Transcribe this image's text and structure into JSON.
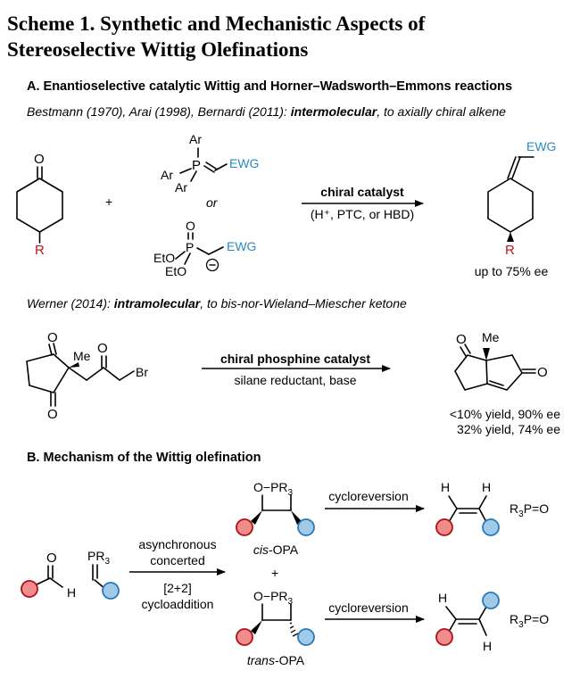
{
  "title": {
    "line1": "Scheme 1. Synthetic and Mechanistic Aspects of",
    "line2": "Stereoselective Wittig Olefinations"
  },
  "sectionA": {
    "heading": "A. Enantioselective catalytic Wittig and Horner–Wadsworth–Emmons reactions",
    "line1": {
      "pre": "Bestmann (1970), Arai (1998), Bernardi (2011): ",
      "bold": "intermolecular",
      "post": ", to axially chiral alkene"
    },
    "ketone": {
      "O": "O",
      "R": "R"
    },
    "plus": "+",
    "ylide": {
      "Ar1": "Ar",
      "Ar2": "Ar",
      "Ar3": "Ar",
      "P": "P",
      "EWG": "EWG"
    },
    "or": "or",
    "phosphonate": {
      "O": "O",
      "P": "P",
      "EtO1": "EtO",
      "EtO2": "EtO",
      "EWG": "EWG",
      "minus": "−"
    },
    "arrow1": {
      "top": "chiral catalyst",
      "bottom": "(H⁺, PTC, or HBD)"
    },
    "product1": {
      "EWG": "EWG",
      "R": "R",
      "yield": "up to 75% ee"
    },
    "line2": {
      "pre": "Werner (2014): ",
      "bold": "intramolecular",
      "post": ", to bis-nor-Wieland–Miescher ketone"
    },
    "triketone": {
      "O1": "O",
      "O2": "O",
      "O3": "O",
      "Me": "Me",
      "Br": "Br"
    },
    "arrow2": {
      "top": "chiral phosphine catalyst",
      "bottom": "silane reductant, base"
    },
    "product2": {
      "O1": "O",
      "O2": "O",
      "Me": "Me",
      "yield1": "<10% yield, 90% ee",
      "yield2": "32% yield, 74% ee"
    }
  },
  "sectionB": {
    "heading": "B. Mechanism of the Wittig olefination",
    "aldehyde": {
      "O": "O",
      "H": "H"
    },
    "ylide": {
      "PR3": "PR",
      "sub": "3"
    },
    "arrow1": {
      "t1": "asynchronous",
      "t2": "concerted",
      "b1": "[2+2]",
      "b2": "cycloaddition"
    },
    "cis": {
      "ring": "O−PR",
      "sub": "3",
      "label": "cis",
      "suffix": "-OPA"
    },
    "plus": "+",
    "trans": {
      "ring": "O−PR",
      "sub": "3",
      "label": "trans",
      "suffix": "-OPA"
    },
    "cyclo1": "cycloreversion",
    "cyclo2": "cycloreversion",
    "prod_cis": {
      "H1": "H",
      "H2": "H"
    },
    "prod_trans": {
      "H1": "H",
      "H2": "H"
    },
    "oxide1": {
      "a": "R",
      "sub": "3",
      "b": "P=O"
    },
    "oxide2": {
      "a": "R",
      "sub": "3",
      "b": "P=O"
    }
  }
}
